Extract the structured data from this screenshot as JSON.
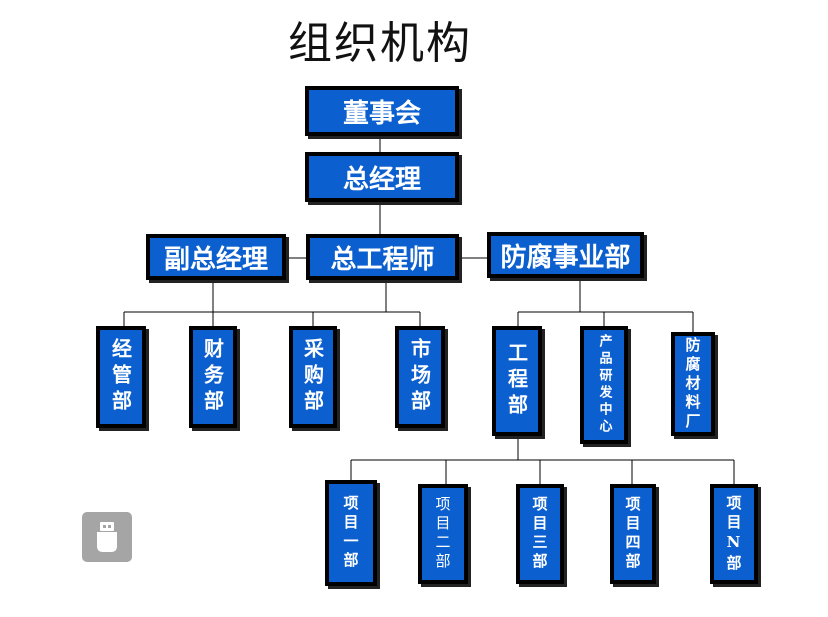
{
  "title": "组织机构",
  "nodes": {
    "board": "董事会",
    "gm": "总经理",
    "deputy_gm": "副总经理",
    "chief_engineer": "总工程师",
    "anticorrosion_division": "防腐事业部",
    "operations": "经管部",
    "finance": "财务部",
    "procurement": "采购部",
    "marketing": "市场部",
    "engineering": "工程部",
    "rnd_center": "产品研发中心",
    "materials_factory": "防腐材料厂",
    "project1": "项目一部",
    "project2": "项目二部",
    "project3": "项目三部",
    "project4": "项目四部",
    "projectN": "项目N部"
  },
  "icons": {
    "usb_drive": "usb-drive-icon"
  },
  "colors": {
    "box_fill": "#0b5fcf",
    "box_border": "#000000",
    "text": "#ffffff",
    "badge": "#a5a5a5"
  }
}
